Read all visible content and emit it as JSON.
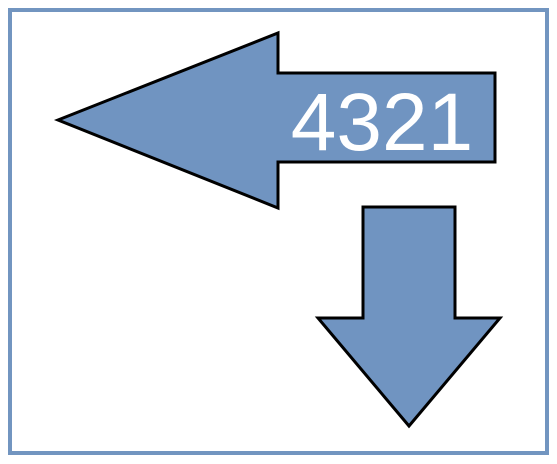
{
  "diagram": {
    "left_arrow": {
      "label": "4321"
    },
    "colors": {
      "frame_border": "#7295C0",
      "arrow_fill": "#7094C1",
      "arrow_stroke": "#000000",
      "label_text": "#FFFFFF",
      "background": "#FFFFFF"
    },
    "shapes": [
      {
        "kind": "left-arrow",
        "has_label": true
      },
      {
        "kind": "down-arrow",
        "has_label": false
      }
    ]
  }
}
